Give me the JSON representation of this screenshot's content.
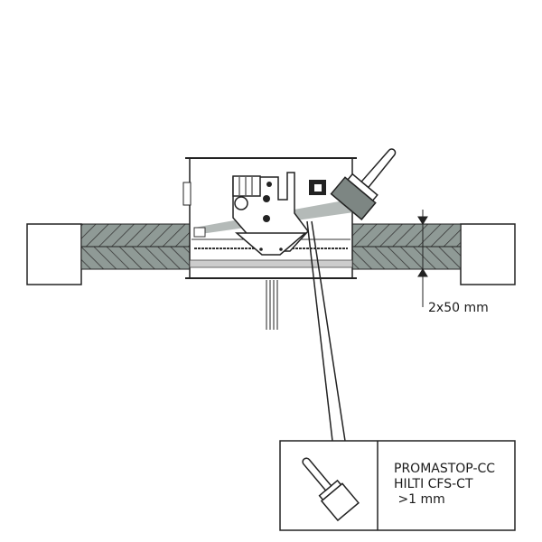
{
  "dimension": {
    "label": "2x50 mm"
  },
  "legend": {
    "icon": "paintbrush-icon",
    "lines": [
      "PROMASTOP-CC",
      "HILTI CFS-CT",
      " >1 mm"
    ]
  },
  "colors": {
    "slab": "#8f9a96",
    "coating": "#a7aeac",
    "line": "#1a1a1a"
  }
}
